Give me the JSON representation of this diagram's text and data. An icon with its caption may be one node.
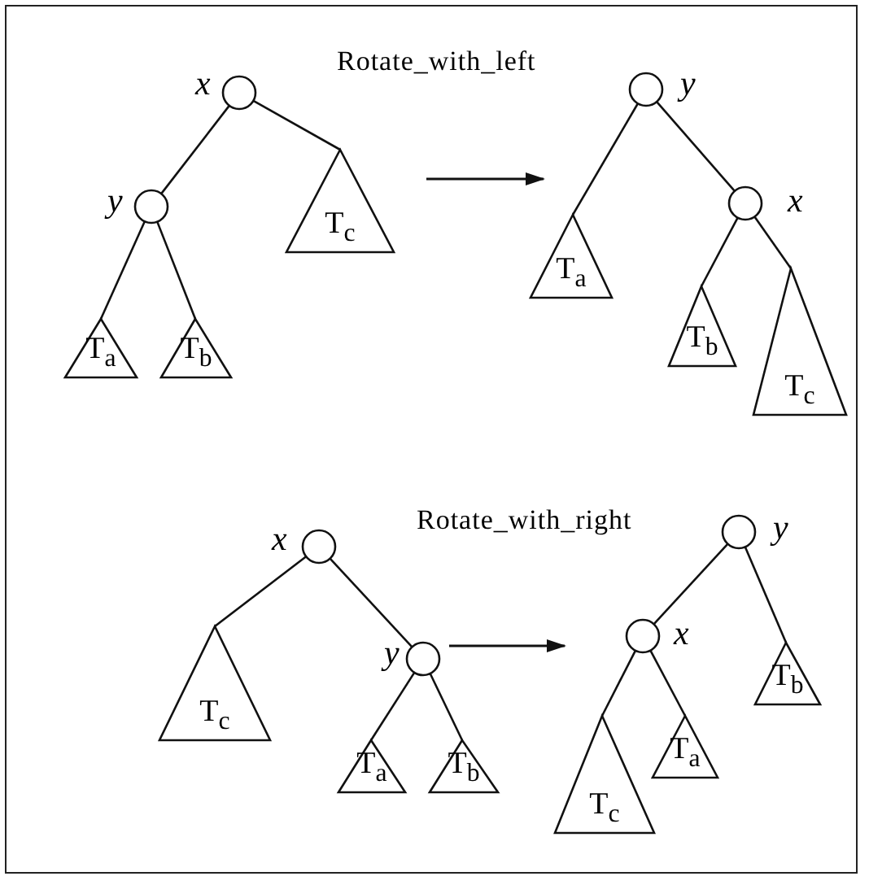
{
  "diagram": {
    "nodes": [
      {
        "text": [],
        "shape": "circle",
        "beside": [
          "x"
        ]
      },
      {
        "text": [],
        "shape": "circle",
        "beside": [
          "y"
        ]
      },
      {
        "text": [
          "T$_{a}$"
        ]
      },
      {
        "text": [
          "T$_{b}$"
        ]
      },
      {
        "text": [
          "T$_{c}$"
        ]
      },
      {
        "text": [],
        "shape": "circle",
        "beside": [
          "y"
        ]
      },
      {
        "text": [
          "T$_{a}$"
        ]
      },
      {
        "text": [],
        "shape": "circle",
        "beside": [
          "x"
        ]
      },
      {
        "text": [
          "T$_{b}$"
        ]
      },
      {
        "text": [
          "T$_{c}$"
        ]
      },
      {
        "text": [],
        "shape": "circle",
        "beside": [
          "x"
        ]
      },
      {
        "text": [
          "T$_{c}$"
        ]
      },
      {
        "text": [],
        "shape": "circle",
        "beside": [
          "y"
        ]
      },
      {
        "text": [
          "T$_{a}$"
        ]
      },
      {
        "text": [
          "T$_{b}$"
        ]
      },
      {
        "text": [],
        "shape": "circle",
        "beside": [
          "y"
        ]
      },
      {
        "text": [],
        "shape": "circle",
        "beside": [
          "x"
        ]
      },
      {
        "text": [
          "T$_{b}$"
        ]
      },
      {
        "text": [
          "T$_{c}$"
        ]
      },
      {
        "text": [
          "T$_{a}$"
        ]
      }
    ],
    "edges": [
      {
        "from": 0,
        "to": 1,
        "arrow": "none"
      },
      {
        "from": 0,
        "to": 4,
        "arrow": "none"
      },
      {
        "from": 1,
        "to": 2,
        "arrow": "none"
      },
      {
        "from": 1,
        "to": 3,
        "arrow": "none"
      },
      {
        "from": 5,
        "to": 6,
        "arrow": "none"
      },
      {
        "from": 5,
        "to": 7,
        "arrow": "none"
      },
      {
        "from": 7,
        "to": 8,
        "arrow": "none"
      },
      {
        "from": 7,
        "to": 9,
        "arrow": "none"
      },
      {
        "from": 10,
        "to": 11,
        "arrow": "none"
      },
      {
        "from": 10,
        "to": 12,
        "arrow": "none"
      },
      {
        "from": 12,
        "to": 13,
        "arrow": "none"
      },
      {
        "from": 12,
        "to": 14,
        "arrow": "none"
      },
      {
        "from": 15,
        "to": 16,
        "arrow": "none"
      },
      {
        "from": 15,
        "to": 17,
        "arrow": "none"
      },
      {
        "from": 16,
        "to": 18,
        "arrow": "none"
      },
      {
        "from": 16,
        "to": 19,
        "arrow": "none"
      }
    ],
    "labels": [
      "Rotate_with_left",
      "Rotate_with_right"
    ]
  }
}
